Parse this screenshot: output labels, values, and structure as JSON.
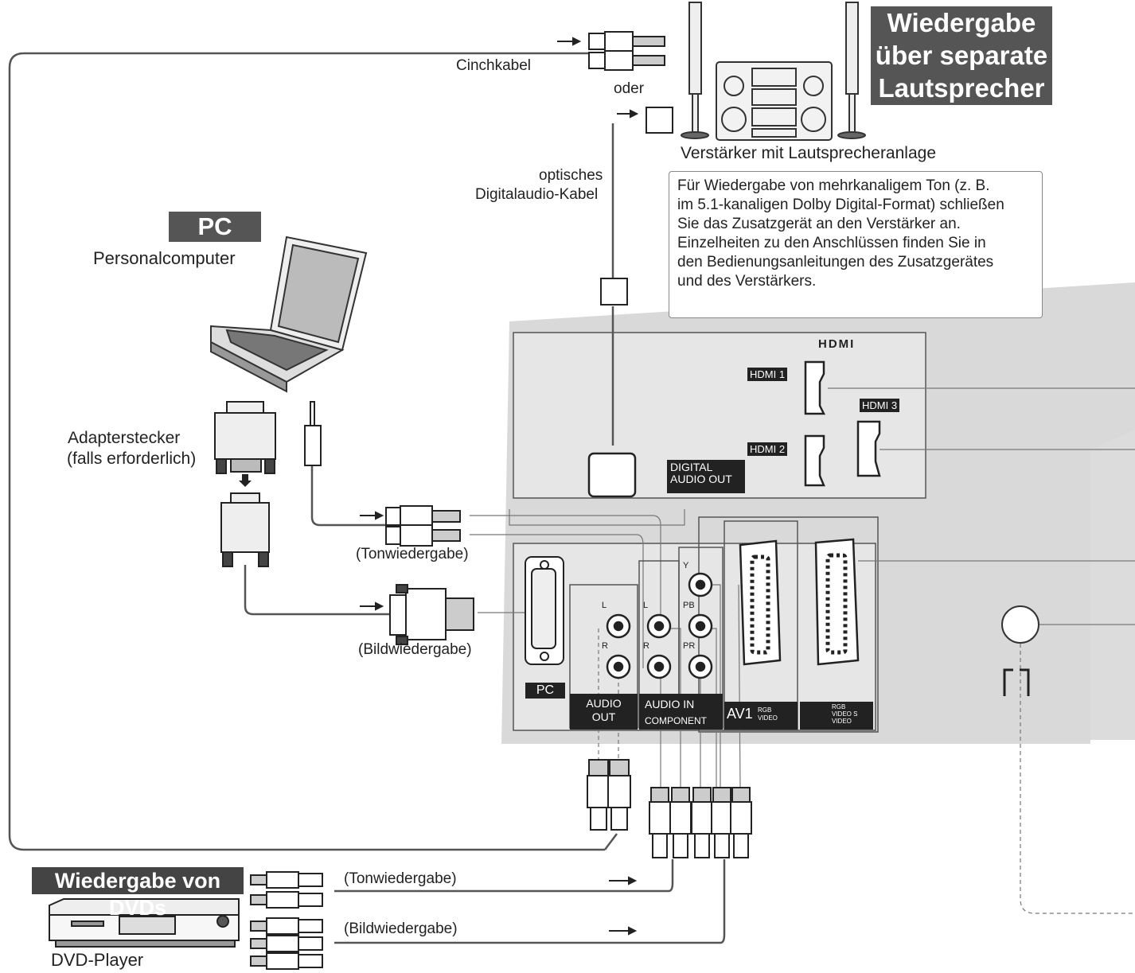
{
  "headings": {
    "separate_speakers": [
      "Wiedergabe",
      "über separate",
      "Lautsprecher"
    ],
    "pc": "PC",
    "dvd": "Wiedergabe von DVDs"
  },
  "labels": {
    "cinch_cable": "Cinchkabel",
    "or": "oder",
    "amplifier": "Verstärker mit Lautsprecheranlage",
    "optical_1": "optisches",
    "optical_2": "Digitalaudio-Kabel",
    "personal_computer": "Personalcomputer",
    "adapter_1": "Adapterstecker",
    "adapter_2": "(falls erforderlich)",
    "sound_playback": "(Tonwiedergabe)",
    "picture_playback": "(Bildwiedergabe)",
    "dvd_sound": "(Tonwiedergabe)",
    "dvd_picture": "(Bildwiedergabe)",
    "dvd_player": "DVD-Player"
  },
  "note_lines": [
    "Für Wiedergabe von mehrkanaligem Ton (z. B.",
    "im 5.1-kanaligen Dolby Digital-Format) schließen",
    "Sie das Zusatzgerät an den Verstärker an.",
    "Einzelheiten zu den Anschlüssen finden Sie in",
    "den Bedienungsanleitungen des Zusatzgerätes",
    "und des Verstärkers."
  ],
  "panel": {
    "hdmi_logo": "HDMI",
    "hdmi1": "HDMI 1",
    "hdmi2": "HDMI 2",
    "hdmi3": "HDMI 3",
    "digital_audio_1": "DIGITAL",
    "digital_audio_2": "AUDIO OUT",
    "pc": "PC",
    "audio_out_1": "AUDIO",
    "audio_out_2": "OUT",
    "audio_in": "AUDIO IN",
    "component": "COMPONENT",
    "av1": "AV1",
    "av1_sub": "RGB VIDEO",
    "av2_sub": "RGB VIDEO S VIDEO",
    "l": "L",
    "r": "R",
    "y": "Y",
    "pb": "PB",
    "pr": "PR"
  }
}
